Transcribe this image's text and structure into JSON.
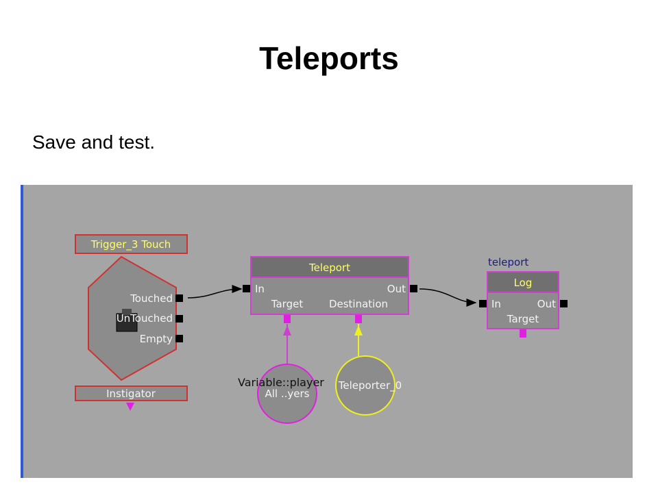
{
  "slide": {
    "title": "Teleports",
    "body": "Save and test."
  },
  "kismet": {
    "event": {
      "title": "Trigger_3 Touch",
      "outputs": [
        "Touched",
        "UnTouched",
        "Empty"
      ],
      "variable_link": "Instigator"
    },
    "teleport_action": {
      "title": "Teleport",
      "input": "In",
      "output": "Out",
      "var_links": [
        "Target",
        "Destination"
      ]
    },
    "log_action": {
      "comment": "teleport",
      "title": "Log",
      "input": "In",
      "output": "Out",
      "var_link": "Target"
    },
    "var_players": {
      "label": "All ..yers"
    },
    "var_teleporter": {
      "label": "Teleporter_0"
    },
    "tooltip": "Variable::player"
  },
  "colors": {
    "canvas": "#a5a5a5",
    "event_border": "#d03030",
    "action_border": "#d040d0",
    "object_var": "#e020e0",
    "teleporter_var": "#f0f020",
    "editor_edge": "#2f5bd2"
  }
}
